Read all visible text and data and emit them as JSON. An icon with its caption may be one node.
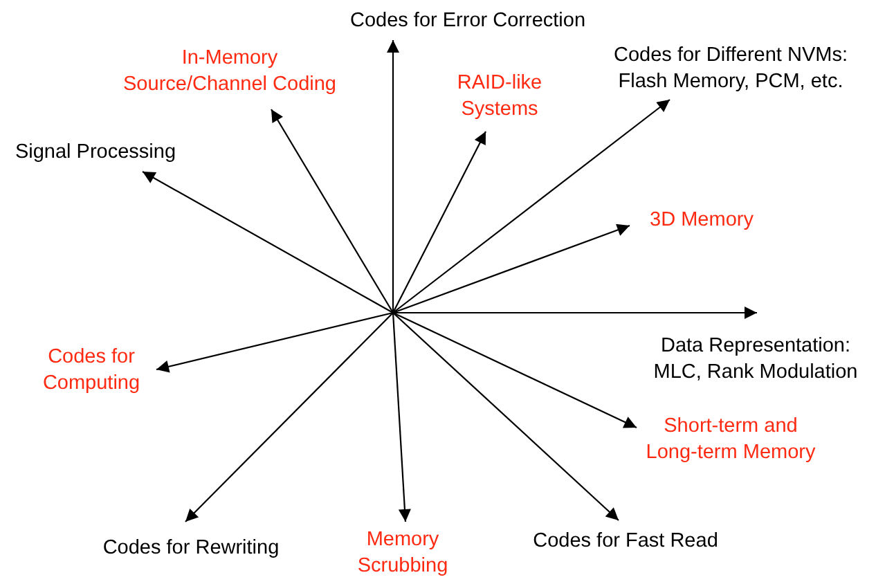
{
  "diagram": {
    "nodes": [
      {
        "text": [
          "Codes for Error Correction"
        ]
      },
      {
        "text": [
          "In-Memory Source/Channel Coding"
        ]
      },
      {
        "text": [
          "RAID-like Systems"
        ]
      },
      {
        "text": [
          "Codes for Different NVMs: Flash Memory, PCM, etc."
        ]
      },
      {
        "text": [
          "Signal Processing"
        ]
      },
      {
        "text": [
          "3D Memory"
        ]
      },
      {
        "text": [
          "Data Representation: MLC, Rank Modulation"
        ]
      },
      {
        "text": [
          "Codes for Computing"
        ]
      },
      {
        "text": [
          "Short-term and Long-term Memory"
        ]
      },
      {
        "text": [
          "Codes for Rewriting"
        ]
      },
      {
        "text": [
          "Memory Scrubbing"
        ]
      },
      {
        "text": [
          "Codes for Fast Read"
        ]
      }
    ],
    "edges": [
      {
        "from": null,
        "to": 0,
        "arrow": "to"
      },
      {
        "from": null,
        "to": 1,
        "arrow": "to"
      },
      {
        "from": null,
        "to": 2,
        "arrow": "to"
      },
      {
        "from": null,
        "to": 3,
        "arrow": "to"
      },
      {
        "from": null,
        "to": 4,
        "arrow": "to"
      },
      {
        "from": null,
        "to": 5,
        "arrow": "to"
      },
      {
        "from": null,
        "to": 6,
        "arrow": "to"
      },
      {
        "from": null,
        "to": 7,
        "arrow": "to"
      },
      {
        "from": null,
        "to": 8,
        "arrow": "to"
      },
      {
        "from": null,
        "to": 9,
        "arrow": "to"
      },
      {
        "from": null,
        "to": 10,
        "arrow": "to"
      },
      {
        "from": null,
        "to": 11,
        "arrow": "to"
      }
    ]
  }
}
